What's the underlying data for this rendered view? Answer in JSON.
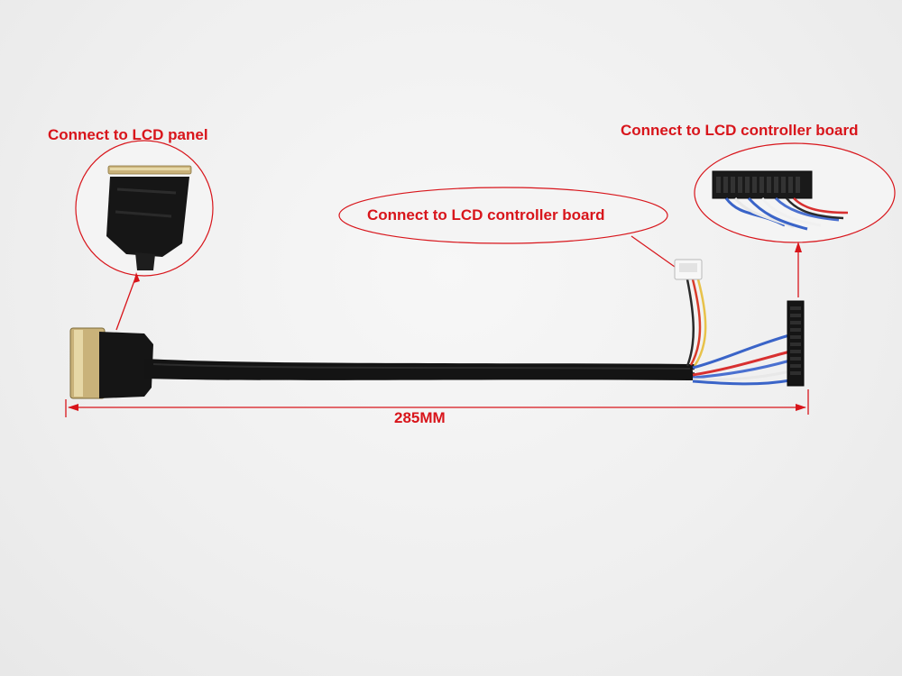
{
  "labels": {
    "panel_connector": "Connect to LCD panel",
    "controller_board_top": "Connect to LCD controller board",
    "controller_board_middle": "Connect to LCD controller board",
    "cable_length": "285MM"
  },
  "colors": {
    "annotation_red": "#d8151b",
    "cable_black": "#141414",
    "background": "#f2f2f2"
  }
}
